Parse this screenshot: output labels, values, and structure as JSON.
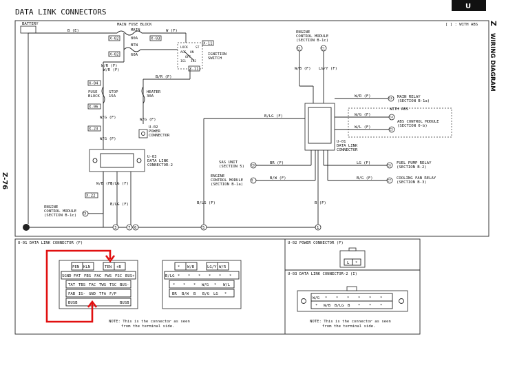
{
  "header": {
    "title": "DATA LINK CONNECTORS",
    "tab": "U",
    "side_letter": "Z",
    "side_title": "WIRING DIAGRAM",
    "page_number": "Z-76",
    "legend_note": "[ ] : WITH ABS"
  },
  "top": {
    "battery": "BATTERY",
    "main_fuse_block": "MAIN FUSE BLOCK",
    "main": "MAIN",
    "main_amp": "80A",
    "btn": "BTN",
    "btn_amp": "60A",
    "ign_switch": [
      "IGNITION",
      "SWITCH"
    ],
    "ign_pos": [
      "LOCK",
      "ACC",
      "ON",
      "ST",
      "IG1",
      "IG2",
      "OFF"
    ],
    "fuse_block": [
      "FUSE",
      "BLOCK"
    ],
    "stop": "STOP",
    "stop_amp": "15A",
    "heater": "HEATER",
    "heater_amp": "30A",
    "power_connector": [
      "U-02",
      "POWER",
      "CONNECTOR"
    ],
    "dlc2": [
      "U-03",
      "DATA LINK",
      "CONNECTOR-2"
    ],
    "dlc": [
      "U-01",
      "DATA LINK",
      "CONNECTOR"
    ],
    "ecm_left": [
      "ENGINE",
      "CONTROL MODULE",
      "(SECTION B-1c)"
    ],
    "ecm_top": [
      "ENGINE",
      "CONTROL MODULE",
      "(SECTION B-1c)"
    ],
    "sas": [
      "SAS UNIT",
      "(SECTION 5)"
    ],
    "ecm_mid": [
      "ENGINE",
      "CONTROL MODULE",
      "(SECTION B-1a)"
    ],
    "main_relay": [
      "MAIN RELAY",
      "(SECTION B-1a)"
    ],
    "with_abs": "WITH ABS",
    "abs_module": [
      "ABS CONTROL MODULE",
      "(SECTION 0-b)"
    ],
    "fuel_pump": [
      "FUEL PUMP RELAY",
      "(SECTION B-2)"
    ],
    "cooling_fan": [
      "COOLING FAN RELAY",
      "(SECTION B-3)"
    ],
    "refs": [
      "X-02",
      "X-03",
      "X-02",
      "X-11",
      "X-11",
      "X-04",
      "X-06",
      "X-23",
      "X-22"
    ],
    "circles": [
      "3",
      "7",
      "6",
      "5",
      "1",
      "13",
      "10",
      "9",
      "C1",
      "C1",
      "C4",
      "C4",
      "C5",
      "C6",
      "C7",
      "C8",
      "C9"
    ],
    "wire_labels": [
      "B (E)",
      "W (F)",
      "W/R (F)",
      "W/R (F)",
      "B/R (F)",
      "W/G (F)",
      "W/G (F)",
      "W/G (F)",
      "W/B (F)",
      "B/LG (F)",
      "B/LG (F)",
      "B/LG (F)",
      "W/B (F)",
      "LG/Y (F)",
      "W/R (F)",
      "W/G (F)",
      "W/L (F)",
      "LG (F)",
      "B/G (F)",
      "BR (F)",
      "B/W (F)",
      "B (F)",
      "B/LG (F)"
    ]
  },
  "bottom": {
    "u01_title": "U-01 DATA LINK CONNECTOR (F)",
    "u02_title": "U-02 POWER CONNECTOR (F)",
    "u03_title": "U-03 DATA LINK CONNECTOR-2 (I)",
    "note": [
      "NOTE: This is the connector as seen",
      "from the terminal side."
    ],
    "left_rows": [
      [
        "FEN",
        "KLN",
        "",
        "TEN",
        "+B"
      ],
      [
        "SGND",
        "FAT",
        "FBS",
        "FAC",
        "FWS",
        "FSC",
        "BUS+"
      ],
      [
        "TAT",
        "TBS",
        "TAC",
        "TWS",
        "TSC",
        "BUS-"
      ],
      [
        "FAB",
        "IG-",
        "GND",
        "TFA",
        "F/P",
        ""
      ],
      [
        "BUSB",
        "",
        "",
        "",
        "",
        "BUSB"
      ]
    ],
    "right_rows": [
      [
        "*",
        "W/B",
        "",
        "LG/Y",
        "W/R"
      ],
      [
        "B/LG",
        "*",
        "*",
        "*",
        "*",
        "*",
        "*"
      ],
      [
        "*",
        "*",
        "*",
        "W/G",
        "*",
        "W/L"
      ],
      [
        "BR",
        "B/W",
        "B",
        "B/G",
        "LG",
        "*"
      ]
    ],
    "u03_row1": [
      "W/G",
      "*",
      "*",
      "*",
      "*",
      "*",
      "*"
    ],
    "u03_row2": [
      "*",
      "W/B",
      "B/LG",
      "B",
      "*",
      "*",
      "*"
    ],
    "u02_cells": [
      "L",
      "*"
    ]
  }
}
